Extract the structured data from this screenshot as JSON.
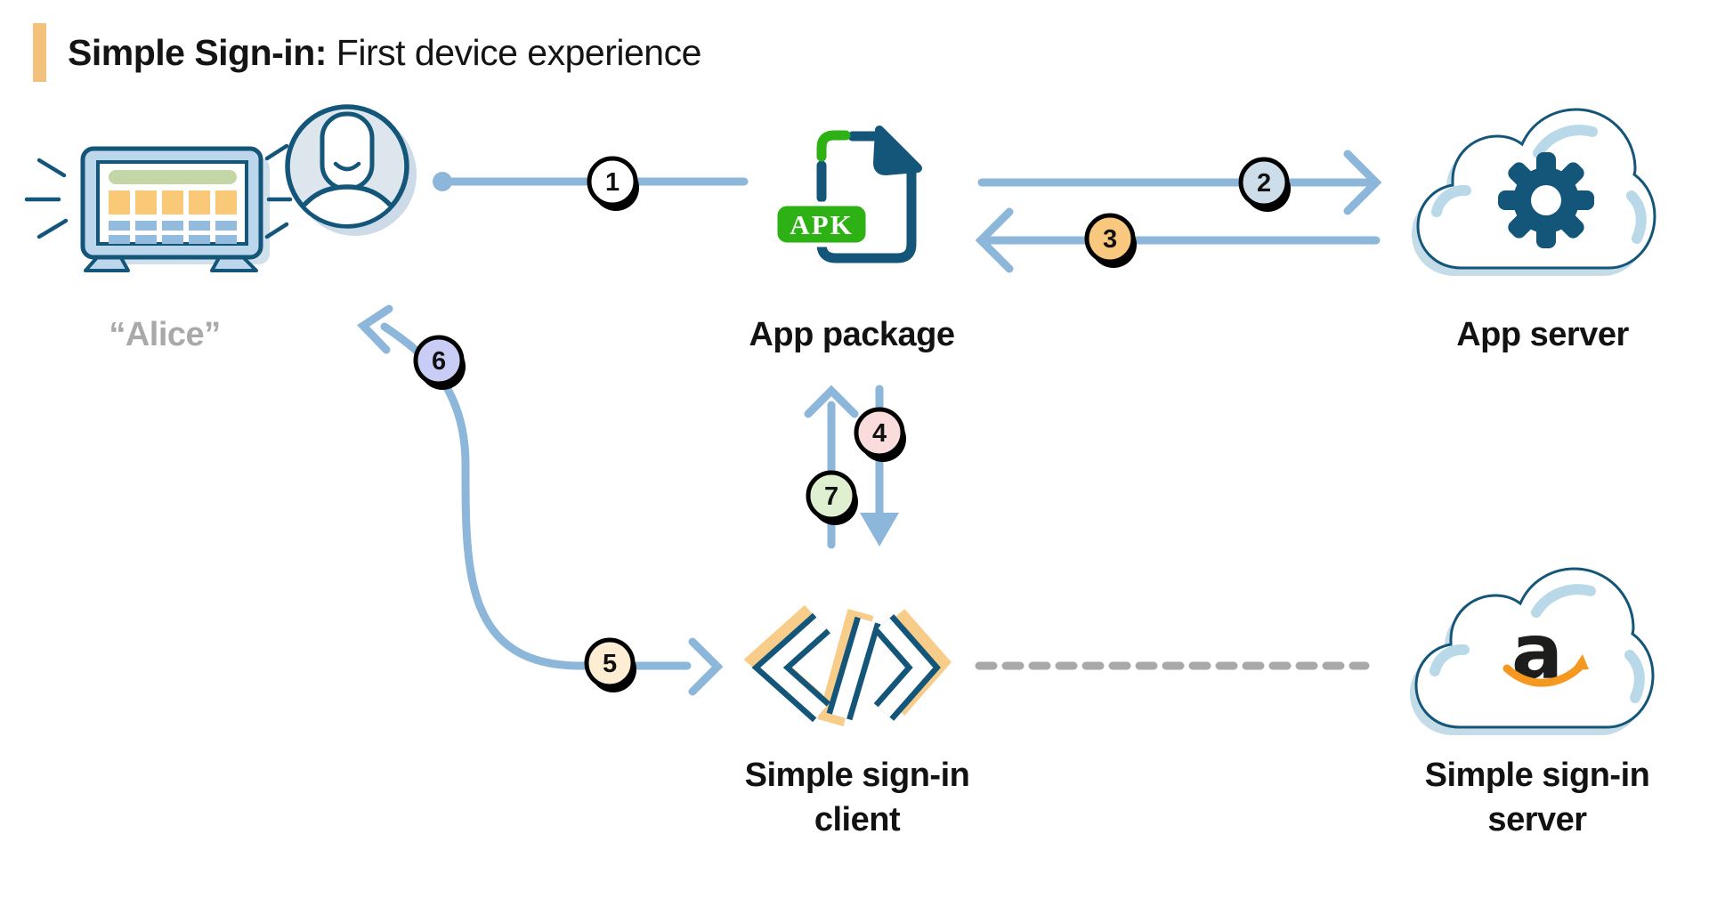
{
  "title": {
    "strong": "Simple Sign-in:",
    "rest": " First device experience",
    "accent_bar_color": "#f2c27d"
  },
  "nodes": {
    "user": {
      "name": "“Alice”"
    },
    "app_package": {
      "label": "App package",
      "file_badge": "APK"
    },
    "app_server": {
      "label": "App server"
    },
    "sss_client": {
      "label_line1": "Simple sign-in",
      "label_line2": "client"
    },
    "sss_server": {
      "label_line1": "Simple sign-in",
      "label_line2": "server",
      "logo_letter": "a"
    }
  },
  "steps": [
    {
      "n": "1",
      "color": "#ffffff",
      "from": "user",
      "to": "app_package"
    },
    {
      "n": "2",
      "color": "#cdddea",
      "from": "app_package",
      "to": "app_server"
    },
    {
      "n": "3",
      "color": "#f8c87e",
      "from": "app_server",
      "to": "app_package"
    },
    {
      "n": "4",
      "color": "#fbdcdc",
      "from": "app_package",
      "to": "sss_client"
    },
    {
      "n": "5",
      "color": "#fdeed3",
      "from": "user",
      "to": "sss_client"
    },
    {
      "n": "6",
      "color": "#c9cdf5",
      "from": "sss_client",
      "to": "user"
    },
    {
      "n": "7",
      "color": "#def0d0",
      "from": "sss_client",
      "to": "app_package"
    }
  ],
  "colors": {
    "arrow_blue": "#8cb6da",
    "icon_dark_blue": "#14567a",
    "icon_light_blue": "#b9d8e8",
    "apk_green": "#2db114",
    "amazon_orange": "#f49820",
    "dashed_line_gray": "#a9a9a9",
    "user_label_gray": "#a9a9a9"
  }
}
